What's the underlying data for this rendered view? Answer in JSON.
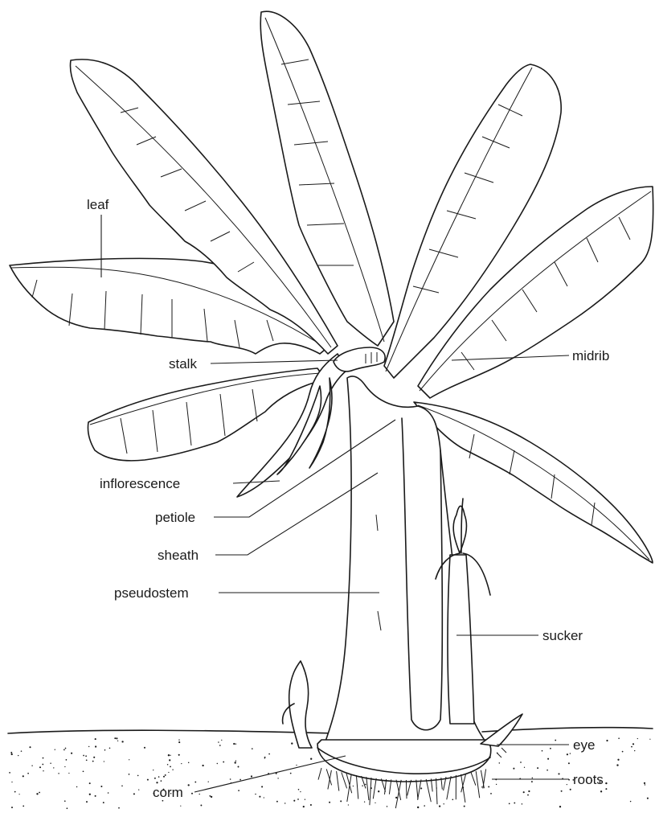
{
  "diagram": {
    "labels": {
      "leaf": "leaf",
      "stalk": "stalk",
      "midrib": "midrib",
      "inflorescence": "inflorescence",
      "petiole": "petiole",
      "sheath": "sheath",
      "pseudostem": "pseudostem",
      "sucker": "sucker",
      "eye": "eye",
      "corm": "corm",
      "roots": "roots"
    }
  }
}
